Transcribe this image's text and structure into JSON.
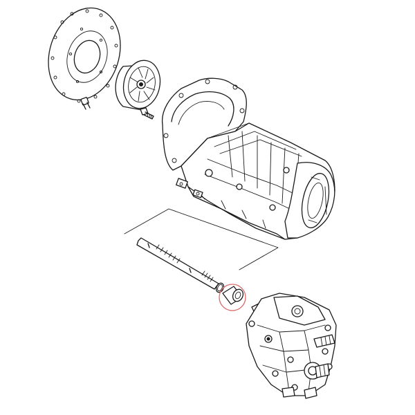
{
  "diagram": {
    "type": "exploded-parts-view",
    "highlight_color": "#d96a6a",
    "line_color": "#1a1a1a",
    "background": "#ffffff",
    "parts": [
      {
        "name": "flex-plate"
      },
      {
        "name": "torque-converter"
      },
      {
        "name": "flex-plate-bolt"
      },
      {
        "name": "converter-bolt"
      },
      {
        "name": "transmission-case"
      },
      {
        "name": "input-shaft"
      },
      {
        "name": "snap-ring"
      },
      {
        "name": "pump-bushing",
        "highlighted": true
      },
      {
        "name": "oil-pump-assembly"
      }
    ]
  }
}
